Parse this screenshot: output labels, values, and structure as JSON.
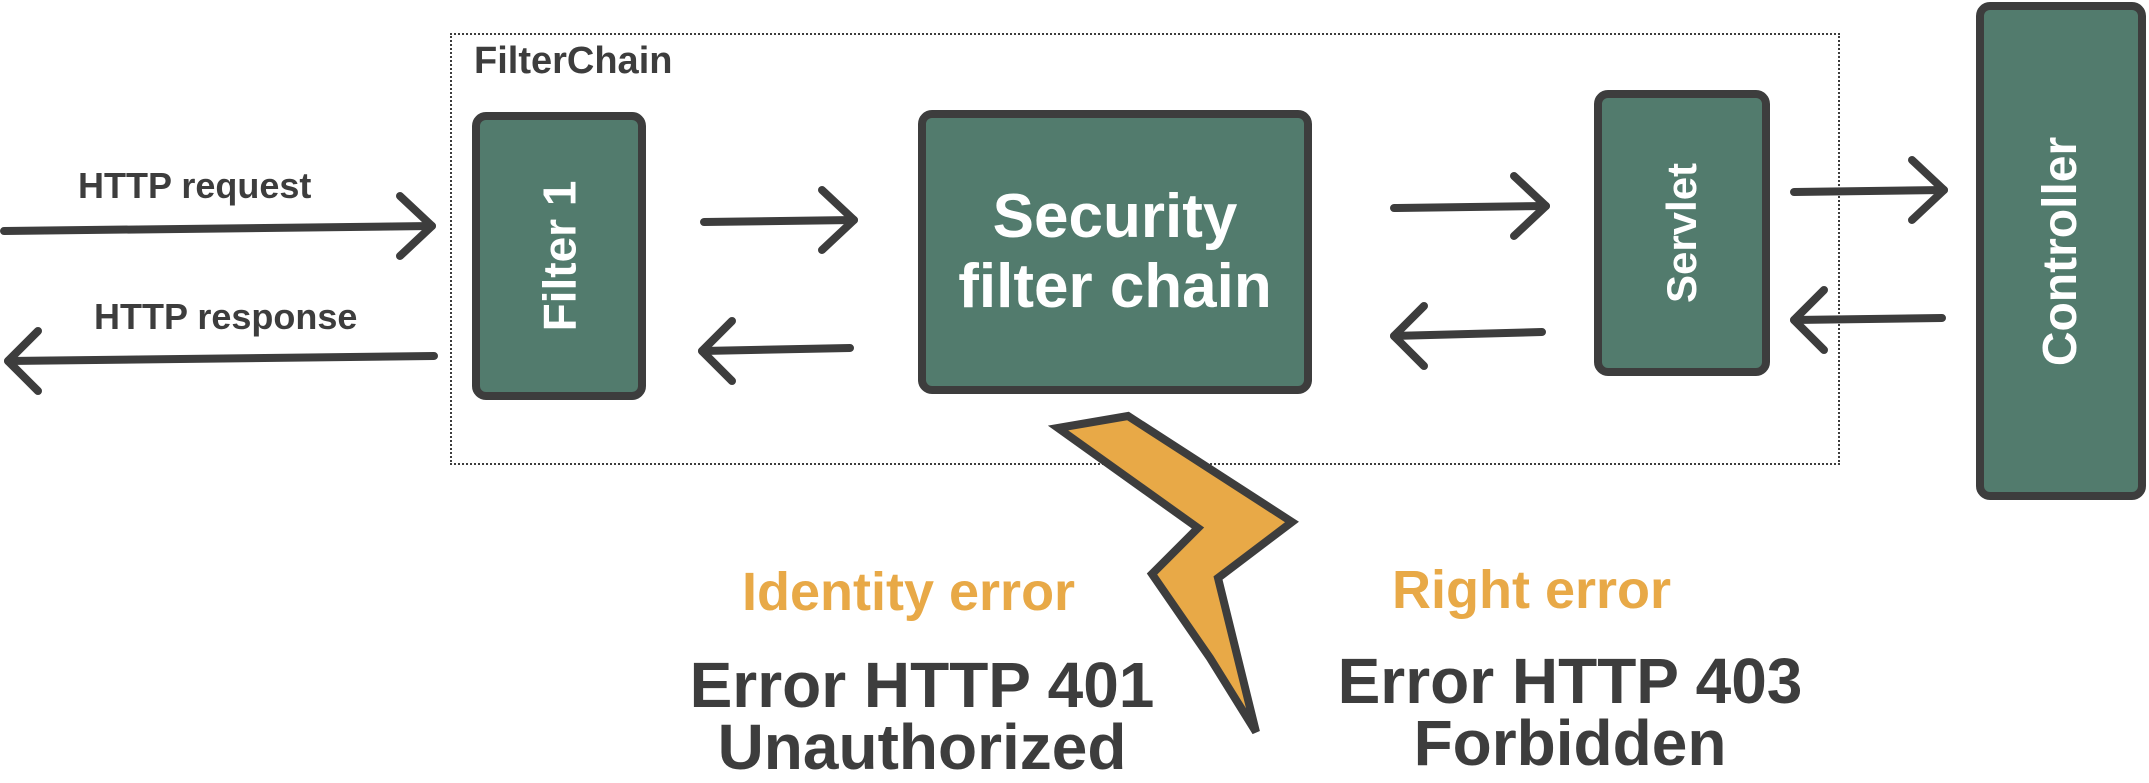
{
  "diagram": {
    "filter_chain_label": "FilterChain",
    "http_request_label": "HTTP request",
    "http_response_label": "HTTP response",
    "filter_label": "Filter 1",
    "security_chain_label": "Security filter chain",
    "servlet_label": "Servlet",
    "controller_label": "Controller",
    "identity_error_title": "Identity error",
    "identity_error_line1": "Error HTTP 401",
    "identity_error_line2": "Unauthorized",
    "right_error_title": "Right error",
    "right_error_line1": "Error HTTP 403",
    "right_error_line2": "Forbidden"
  },
  "colors": {
    "node_fill": "#527b6d",
    "stroke": "#3d3d3d",
    "accent": "#e8a947",
    "text_white": "#ffffff"
  },
  "icons": {
    "error_bolt": "lightning-bolt-icon",
    "arrow": "arrow-icon"
  }
}
